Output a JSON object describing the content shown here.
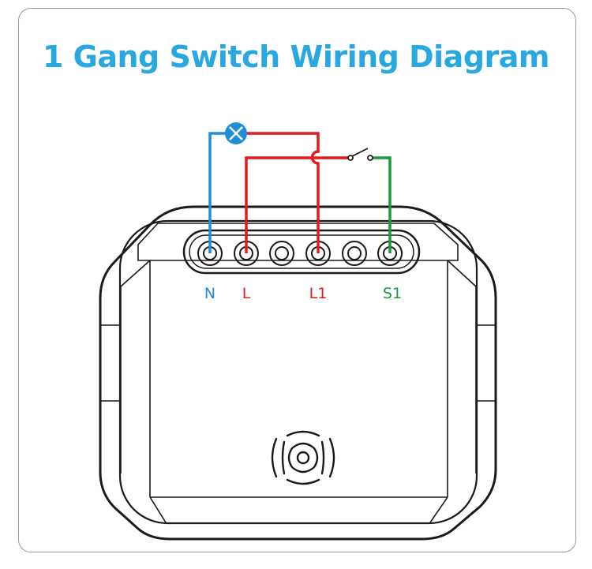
{
  "title": "1 Gang Switch Wiring Diagram",
  "colors": {
    "title": "#29a8e0",
    "neutral": "#1e8fd6",
    "live": "#e21b1b",
    "switched": "#1a9a3a",
    "device_outline": "#1a1a1a"
  },
  "terminals": {
    "n_label": "N",
    "l_label": "L",
    "l1_label": "L1",
    "s1_label": "S1"
  },
  "icons": {
    "lamp": "lamp-cross-icon",
    "switch": "switch-contact-icon",
    "logo": "device-logo-icon"
  }
}
